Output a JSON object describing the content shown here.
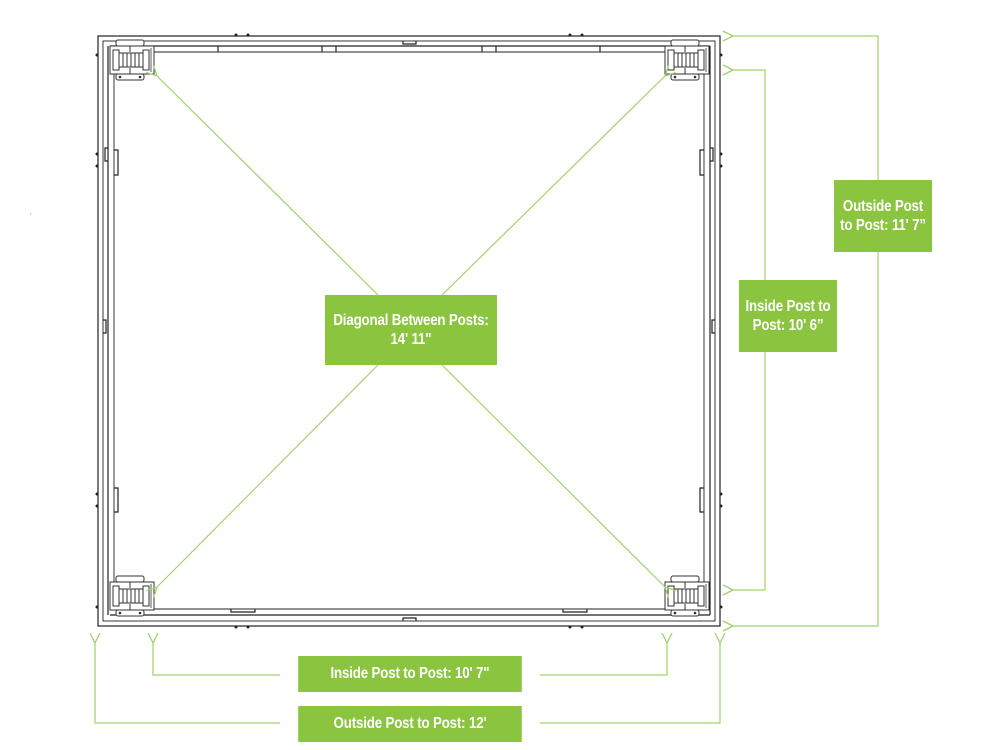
{
  "diagram": {
    "type": "gazebo-floor-plan-dimensions",
    "accent_color": "#8bc53f",
    "line_color": "#222222",
    "dimension_line_color": "#9fd36a"
  },
  "labels": {
    "diagonal": {
      "line1": "Diagonal Between Posts:",
      "line2": "14' 11\""
    },
    "right_inside": {
      "line1": "Inside Post to",
      "line2": "Post: 10' 6”"
    },
    "right_outside": {
      "line1": "Outside Post",
      "line2": "to Post: 11' 7”"
    },
    "bottom_inside": {
      "line1": "Inside Post to Post: 10' 7\""
    },
    "bottom_outside": {
      "line1": "Outside Post to Post: 12'"
    }
  },
  "measurements": [
    {
      "name": "Diagonal Between Posts",
      "value": "14' 11\""
    },
    {
      "name": "Inside Post to Post (depth)",
      "value": "10' 6\""
    },
    {
      "name": "Outside Post to Post (depth)",
      "value": "11' 7\""
    },
    {
      "name": "Inside Post to Post (width)",
      "value": "10' 7\""
    },
    {
      "name": "Outside Post to Post (width)",
      "value": "12'"
    }
  ]
}
